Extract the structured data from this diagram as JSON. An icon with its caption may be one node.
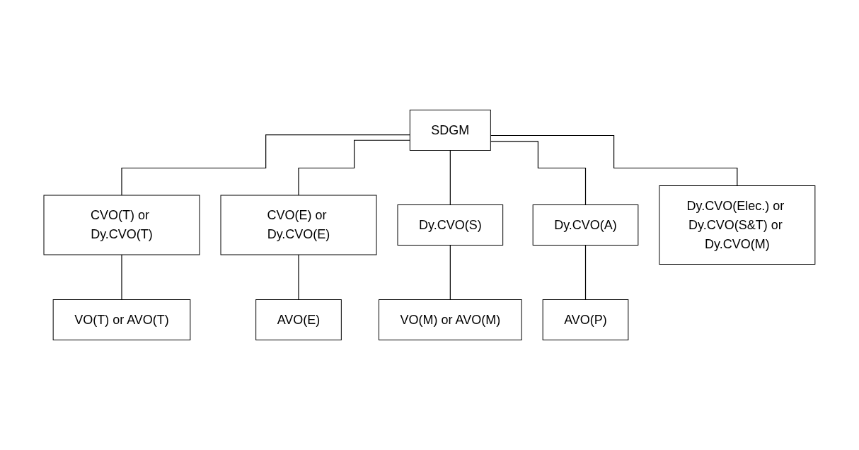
{
  "diagram": {
    "nodes": [
      {
        "text": [
          "SDGM"
        ]
      },
      {
        "text": [
          "CVO(T) or Dy.CVO(T)"
        ]
      },
      {
        "text": [
          "CVO(E) or Dy.CVO(E)"
        ]
      },
      {
        "text": [
          "Dy.CVO(S)"
        ]
      },
      {
        "text": [
          "Dy.CVO(A)"
        ]
      },
      {
        "text": [
          "Dy.CVO(Elec.) or Dy.CVO(S&T) or Dy.CVO(M)"
        ]
      },
      {
        "text": [
          "VO(T) or AVO(T)"
        ]
      },
      {
        "text": [
          "AVO(E)"
        ]
      },
      {
        "text": [
          "VO(M) or AVO(M)"
        ]
      },
      {
        "text": [
          "AVO(P)"
        ]
      }
    ],
    "edges": [
      {
        "from": 0,
        "to": 1,
        "arrow": "none"
      },
      {
        "from": 0,
        "to": 2,
        "arrow": "none"
      },
      {
        "from": 0,
        "to": 3,
        "arrow": "none"
      },
      {
        "from": 0,
        "to": 4,
        "arrow": "none"
      },
      {
        "from": 0,
        "to": 5,
        "arrow": "none"
      },
      {
        "from": 1,
        "to": 6,
        "arrow": "none"
      },
      {
        "from": 2,
        "to": 7,
        "arrow": "none"
      },
      {
        "from": 3,
        "to": 8,
        "arrow": "none"
      },
      {
        "from": 4,
        "to": 9,
        "arrow": "none"
      }
    ]
  }
}
